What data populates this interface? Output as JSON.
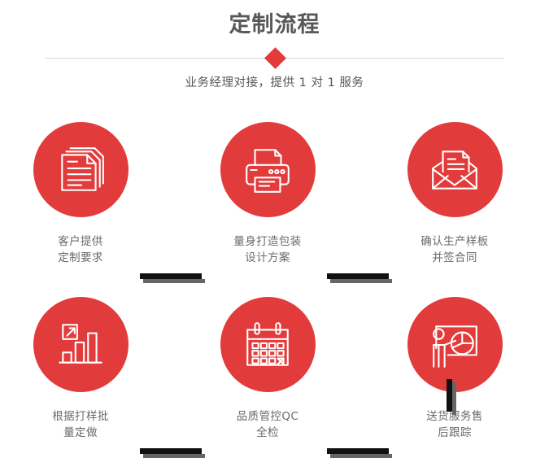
{
  "header": {
    "title": "定制流程",
    "subtitle": "业务经理对接，提供 1 对 1 服务",
    "divider_icon": "diamond-icon",
    "accent_color": "#e23b3b",
    "title_color": "#585858",
    "divider_color": "#d6d6d6"
  },
  "flow": {
    "connector_color": "#111111",
    "connector_shadow_color": "#666666",
    "steps": [
      {
        "index": 1,
        "icon": "documents-stack-icon",
        "caption": "客户提供\n定制要求"
      },
      {
        "index": 2,
        "icon": "printer-icon",
        "caption": "量身打造包装\n设计方案"
      },
      {
        "index": 3,
        "icon": "envelope-document-icon",
        "caption": "确认生产样板\n并签合同"
      },
      {
        "index": 4,
        "icon": "bar-chart-growth-icon",
        "caption": "根据打样批\n量定做"
      },
      {
        "index": 5,
        "icon": "calendar-check-icon",
        "caption": "品质管控QC\n全检"
      },
      {
        "index": 6,
        "icon": "presentation-pie-chart-icon",
        "caption": "送货服务售\n后跟踪"
      }
    ]
  }
}
